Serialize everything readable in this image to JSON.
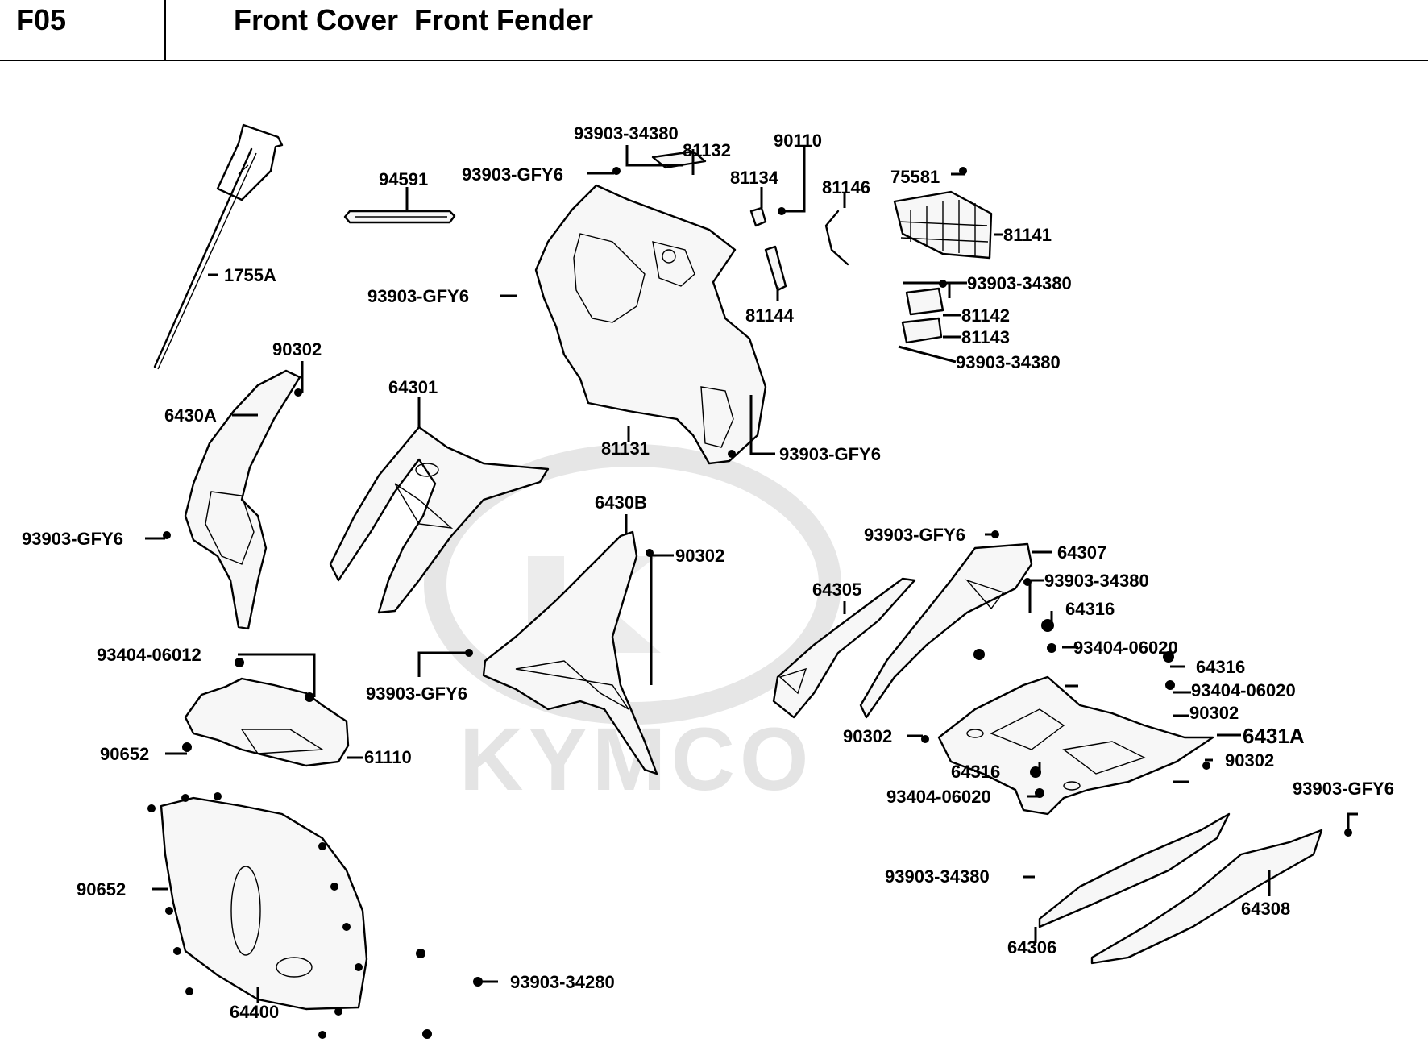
{
  "header": {
    "sheet_code": "F05",
    "title": "Front Cover  Front Fender"
  },
  "watermark": {
    "brand": "KYMCO"
  },
  "labels": {
    "p93903_34380_a": "93903-34380",
    "p81132": "81132",
    "p90110": "90110",
    "p93903_gfy6_a": "93903-GFY6",
    "p81134": "81134",
    "p81146": "81146",
    "p75581": "75581",
    "p94591": "94591",
    "p81141": "81141",
    "p1755a": "1755A",
    "p93903_34380_b": "93903-34380",
    "p93903_gfy6_b": "93903-GFY6",
    "p81142": "81142",
    "p81144": "81144",
    "p81143": "81143",
    "p93903_34380_c": "93903-34380",
    "p90302_a": "90302",
    "p64301": "64301",
    "p6430a": "6430A",
    "p81131": "81131",
    "p93903_gfy6_c": "93903-GFY6",
    "p6430b": "6430B",
    "p93903_gfy6_d": "93903-GFY6",
    "p93903_gfy6_e": "93903-GFY6",
    "p90302_b": "90302",
    "p64307": "64307",
    "p64305": "64305",
    "p93903_34380_d": "93903-34380",
    "p64316_a": "64316",
    "p93404_06012": "93404-06012",
    "p93404_06020_a": "93404-06020",
    "p64316_b": "64316",
    "p93903_gfy6_f": "93903-GFY6",
    "p93404_06020_b": "93404-06020",
    "p90302_c": "90302",
    "p90302_d": "90302",
    "p6431a": "6431A",
    "p90652_a": "90652",
    "p61110": "61110",
    "p90302_e": "90302",
    "p64316_c": "64316",
    "p93404_06020_c": "93404-06020",
    "p93903_gfy6_g": "93903-GFY6",
    "p93903_34380_e": "93903-34380",
    "p90652_b": "90652",
    "p64308": "64308",
    "p64306": "64306",
    "p93903_34280": "93903-34280",
    "p64400": "64400"
  }
}
